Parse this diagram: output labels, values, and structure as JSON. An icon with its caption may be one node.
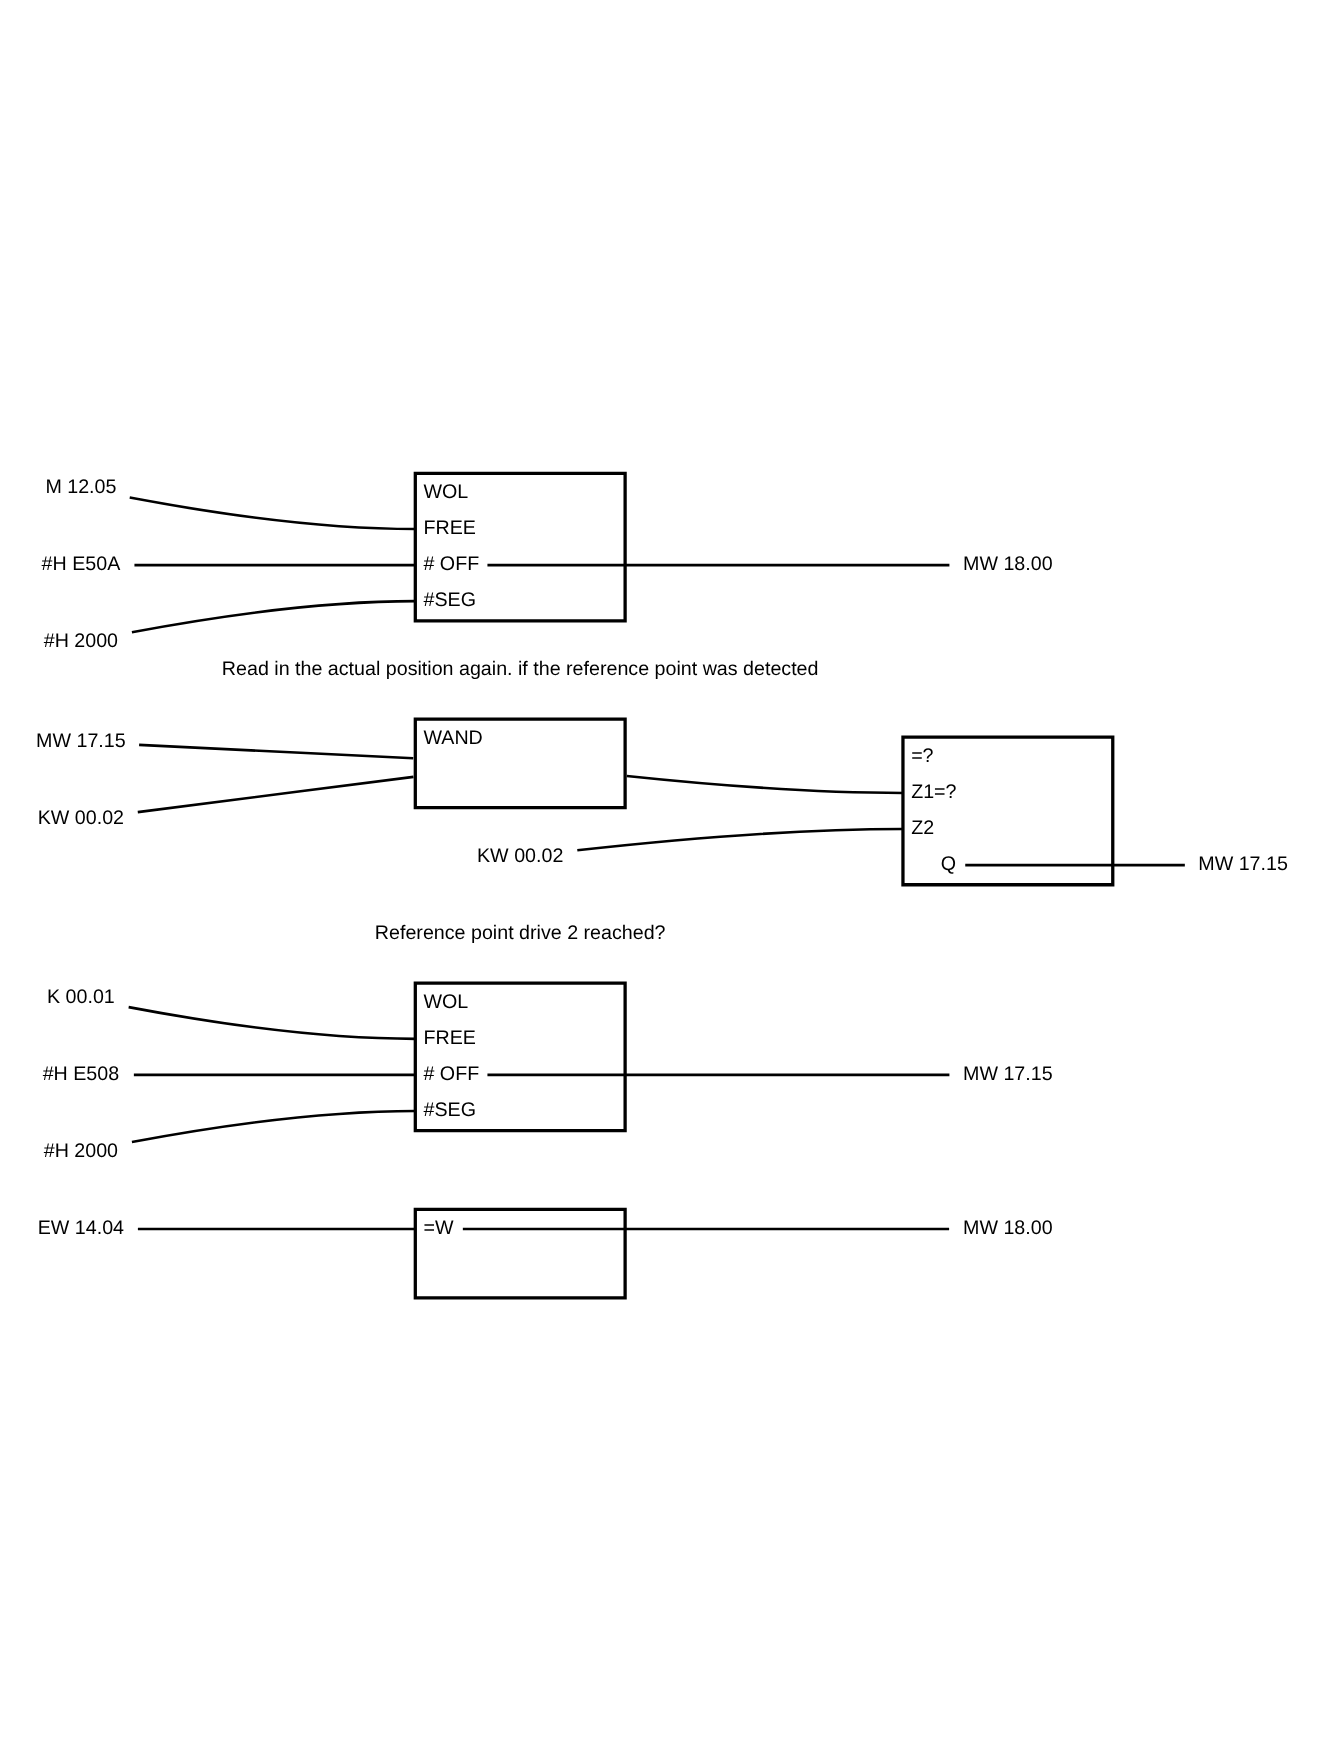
{
  "diagram": {
    "nodes": [
      {
        "text": [
          "EW 14.04"
        ]
      },
      {
        "text": [
          "=W"
        ]
      },
      {
        "text": [
          "MW 18.00"
        ]
      },
      {
        "text": [
          "WOL",
          "FREE",
          "# OFF",
          "#SEG"
        ]
      },
      {
        "text": [
          "K 00.01"
        ]
      },
      {
        "text": [
          "#H E508"
        ]
      },
      {
        "text": [
          "#H 2000"
        ]
      },
      {
        "text": [
          "MW 17.15"
        ]
      },
      {
        "text": [
          "WAND"
        ]
      },
      {
        "text": [
          "MW 17.15"
        ]
      },
      {
        "text": [
          "KW 00.02"
        ]
      },
      {
        "text": [
          "=?",
          "Z1=?",
          "Z2",
          "Q"
        ]
      },
      {
        "text": [
          "KW 00.02"
        ]
      },
      {
        "text": [
          "MW 17.15"
        ]
      },
      {
        "text": [
          "WOL",
          "FREE",
          "# OFF",
          "#SEG"
        ]
      },
      {
        "text": [
          "M 12.05"
        ]
      },
      {
        "text": [
          "#H E50A"
        ]
      },
      {
        "text": [
          "#H 2000"
        ]
      },
      {
        "text": [
          "MW 18.00"
        ]
      }
    ],
    "edges": [
      {
        "from": 0,
        "to": 1,
        "arrow": "none"
      },
      {
        "from": 1,
        "to": 2,
        "arrow": "none"
      },
      {
        "from": 4,
        "to": 3,
        "arrow": "none"
      },
      {
        "from": 5,
        "to": 3,
        "arrow": "none"
      },
      {
        "from": 6,
        "to": 3,
        "arrow": "none"
      },
      {
        "from": 3,
        "to": 7,
        "arrow": "none"
      },
      {
        "from": 9,
        "to": 8,
        "arrow": "none"
      },
      {
        "from": 10,
        "to": 8,
        "arrow": "none"
      },
      {
        "from": 8,
        "to": 11,
        "arrow": "none"
      },
      {
        "from": 12,
        "to": 11,
        "arrow": "none"
      },
      {
        "from": 11,
        "to": 13,
        "arrow": "none"
      },
      {
        "from": 15,
        "to": 14,
        "arrow": "none"
      },
      {
        "from": 16,
        "to": 14,
        "arrow": "none"
      },
      {
        "from": 17,
        "to": 14,
        "arrow": "none"
      },
      {
        "from": 14,
        "to": 18,
        "arrow": "none"
      }
    ],
    "labels": [
      "Reference point drive 2 reached?",
      "Read in the actual position again. if the reference point was detected"
    ]
  }
}
